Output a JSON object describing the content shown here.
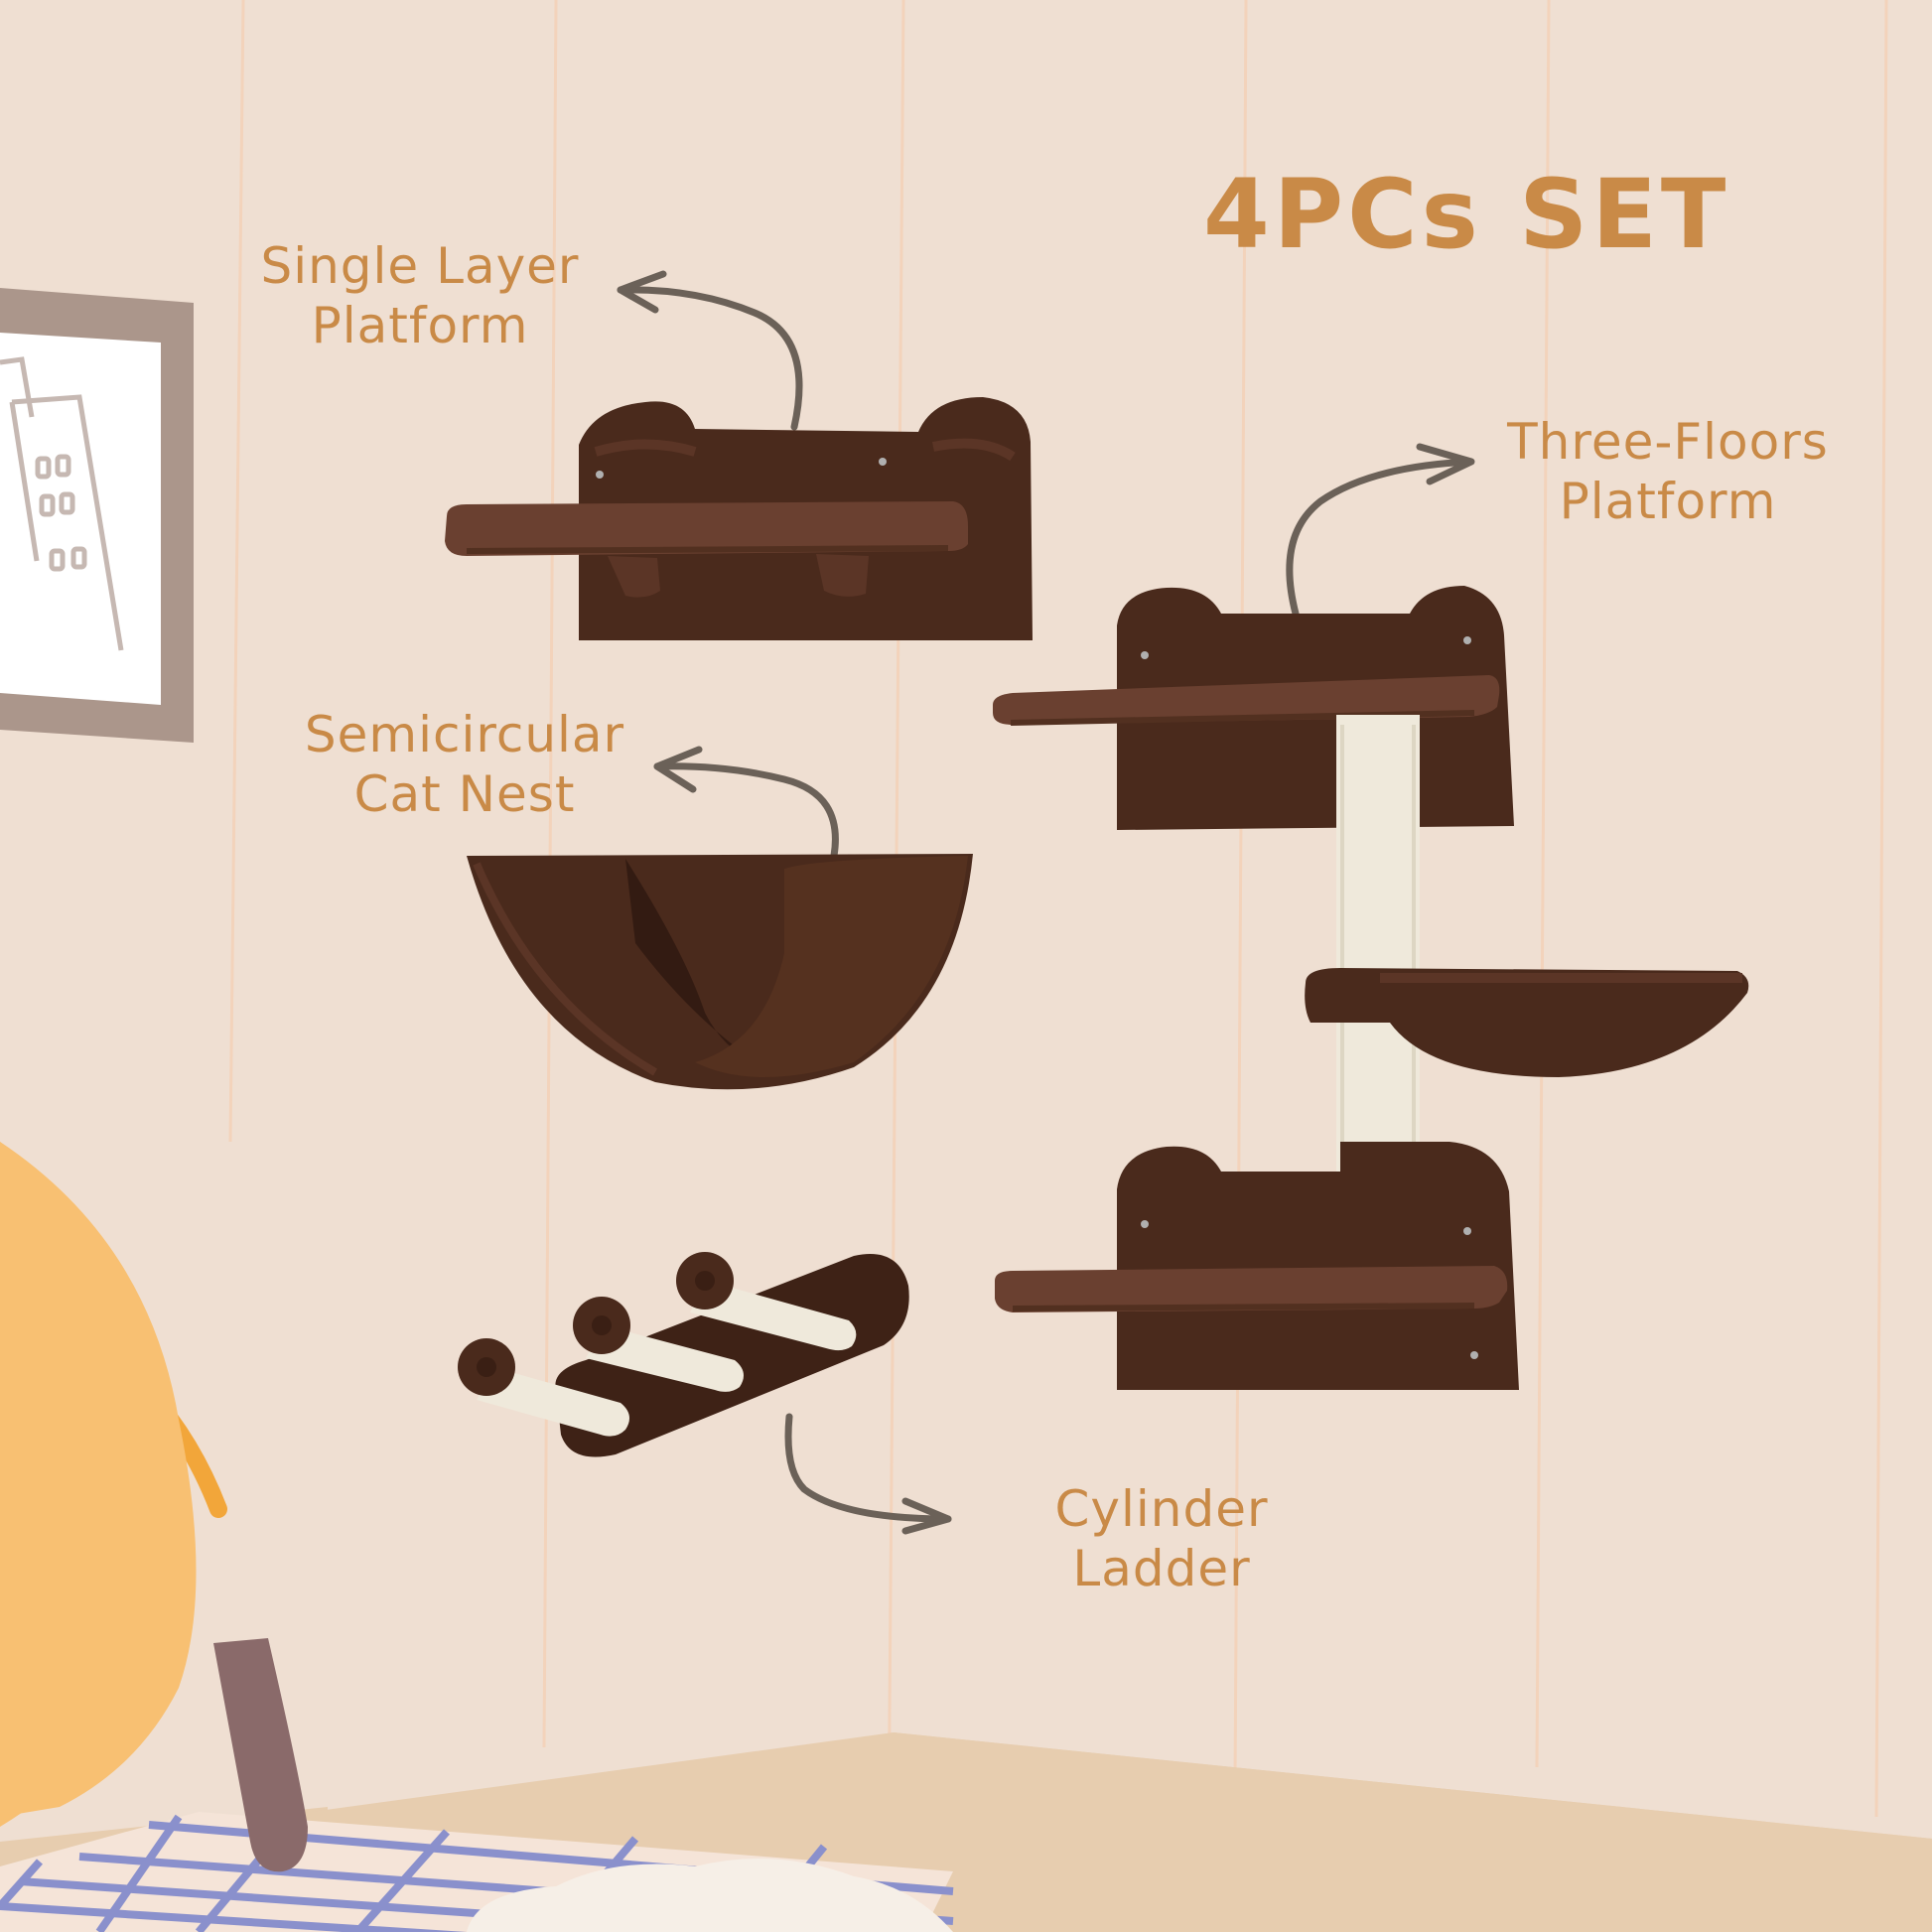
{
  "title": "4PCs SET",
  "labels": {
    "single_layer": {
      "line1": "Single Layer",
      "line2": "Platform"
    },
    "three_floors": {
      "line1": "Three-Floors",
      "line2": "Platform"
    },
    "semicircular_nest": {
      "line1": "Semicircular",
      "line2": "Cat Nest"
    },
    "cylinder_ladder": {
      "line1": "Cylinder",
      "line2": "Ladder"
    }
  },
  "colors": {
    "wall": "#efdfd2",
    "wall_stripe": "#f2d6c0",
    "floor": "#e7cdaf",
    "text_accent": "#c98a47",
    "arrow": "#6b6158",
    "plush_brown": "#4a2a1c",
    "plush_highlight": "#6a4030",
    "sisal": "#efe9db",
    "chair_yellow": "#f8c072",
    "chair_stroke": "#f2a63a",
    "chair_leg": "#8a6a6a",
    "rug_bg": "#f5e4d8",
    "rug_lines": "#8a90cc",
    "frame": "#ab968b"
  }
}
